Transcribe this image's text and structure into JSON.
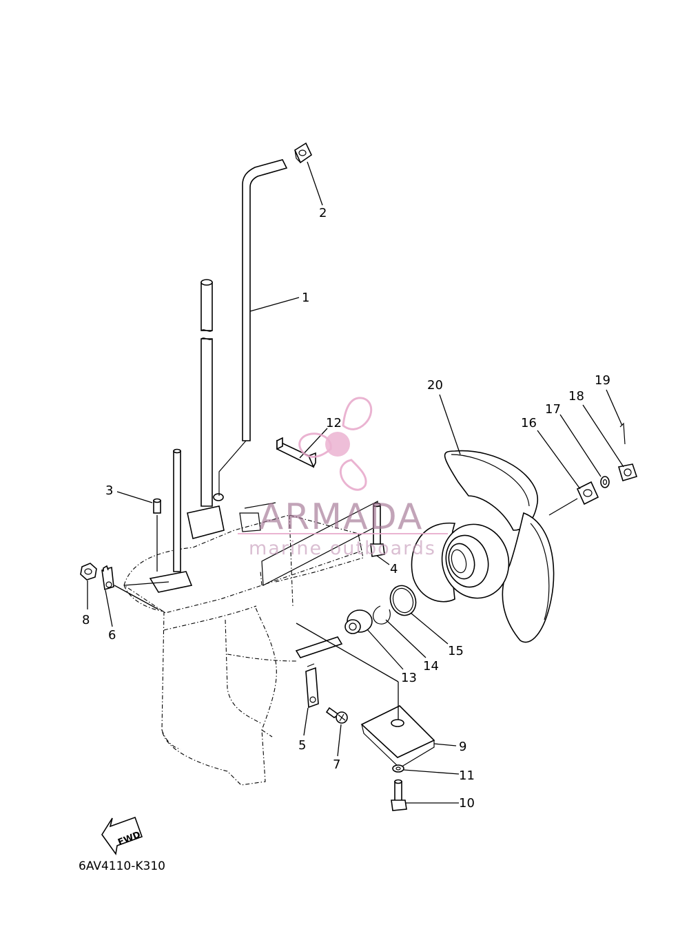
{
  "diagram_code": "6AV4110-K310",
  "direction_label": "FWD",
  "watermark": {
    "brand": "ARMADA",
    "tagline": "marine outboards",
    "color": "#e7a6c9"
  },
  "callouts": [
    "1",
    "2",
    "3",
    "4",
    "5",
    "6",
    "7",
    "8",
    "9",
    "10",
    "11",
    "12",
    "13",
    "14",
    "15",
    "16",
    "17",
    "18",
    "19",
    "20"
  ]
}
